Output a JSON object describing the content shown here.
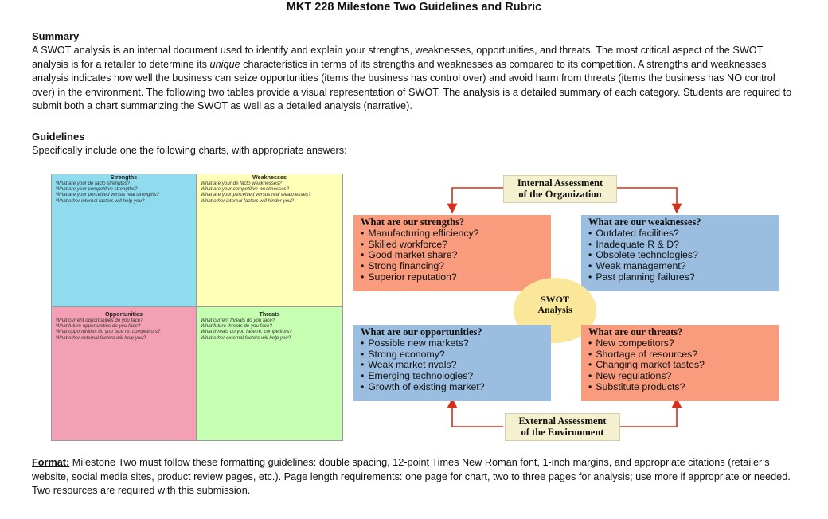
{
  "title": "MKT 228 Milestone Two Guidelines and Rubric",
  "summary": {
    "heading": "Summary",
    "text_before_italic": "A SWOT analysis is an internal document used to identify and explain your strengths, weaknesses, opportunities, and threats. The most critical aspect of the SWOT analysis is for a retailer to determine its ",
    "italic": "unique",
    "text_after_italic": " characteristics in terms of its strengths and weaknesses as compared to its competition. A strengths and weaknesses analysis indicates how well the business can seize opportunities (items the business has control over) and avoid harm from threats (items the business has NO control over) in the environment. The following two tables provide a visual representation of SWOT. The analysis is a detailed summary of each category. Students are required to submit both a chart summarizing the SWOT as well as a detailed analysis (narrative)."
  },
  "guidelines": {
    "heading": "Guidelines",
    "text": "Specifically include one the following charts, with appropriate answers:"
  },
  "grid": {
    "strengths": {
      "title": "Strengths",
      "lines": [
        "What are your de facto strengths?",
        "What are your competitive strengths?",
        "What are your perceived versus real strengths?",
        "What other internal factors will help you?"
      ]
    },
    "weaknesses": {
      "title": "Weaknesses",
      "lines": [
        "What are your de facto weaknesses?",
        "What are your competitive weaknesses?",
        "What are your perceived versus real weaknesses?",
        "What other internal factors will hinder you?"
      ]
    },
    "opportunities": {
      "title": "Opportunities",
      "lines": [
        "What current opportunities do you face?",
        "What future opportunities do you face?",
        "What opportunities do you face re. competitors?",
        "What other external factors will help you?"
      ]
    },
    "threats": {
      "title": "Threats",
      "lines": [
        "What current threats do you face?",
        "What future threats do you face?",
        "What threats do you face re. competitors?",
        "What other external factors will help you?"
      ]
    }
  },
  "diagram": {
    "internal_label": {
      "line1": "Internal Assessment",
      "line2": "of the Organization"
    },
    "external_label": {
      "line1": "External Assessment",
      "line2": "of the Environment"
    },
    "center": {
      "line1": "SWOT",
      "line2": "Analysis"
    },
    "strengths": {
      "title": "What are our strengths?",
      "items": [
        "Manufacturing efficiency?",
        "Skilled workforce?",
        "Good market share?",
        "Strong financing?",
        "Superior reputation?"
      ]
    },
    "weaknesses": {
      "title": "What are our weaknesses?",
      "items": [
        "Outdated facilities?",
        "Inadequate R & D?",
        "Obsolete technologies?",
        "Weak management?",
        "Past planning failures?"
      ]
    },
    "opportunities": {
      "title": "What are our opportunities?",
      "items": [
        "Possible new markets?",
        "Strong economy?",
        "Weak market rivals?",
        "Emerging technologies?",
        "Growth of existing market?"
      ]
    },
    "threats": {
      "title": "What are our threats?",
      "items": [
        "New competitors?",
        "Shortage of resources?",
        "Changing market tastes?",
        "New regulations?",
        "Substitute products?"
      ]
    }
  },
  "format": {
    "label": "Format:",
    "text": " Milestone Two must follow these formatting guidelines: double spacing, 12-point Times New Roman font, 1-inch margins, and appropriate citations (retailer’s website, social media sites, product review pages, etc.). Page length requirements: one page for chart, two to three pages for analysis; use more if appropriate or needed. Two resources are required with this submission."
  },
  "colors": {
    "strengths_box": "#f99b7d",
    "weaknesses_box": "#9bbde0",
    "opportunities_box": "#9bbde0",
    "threats_box": "#f99b7d",
    "arrow": "#d4301c"
  }
}
